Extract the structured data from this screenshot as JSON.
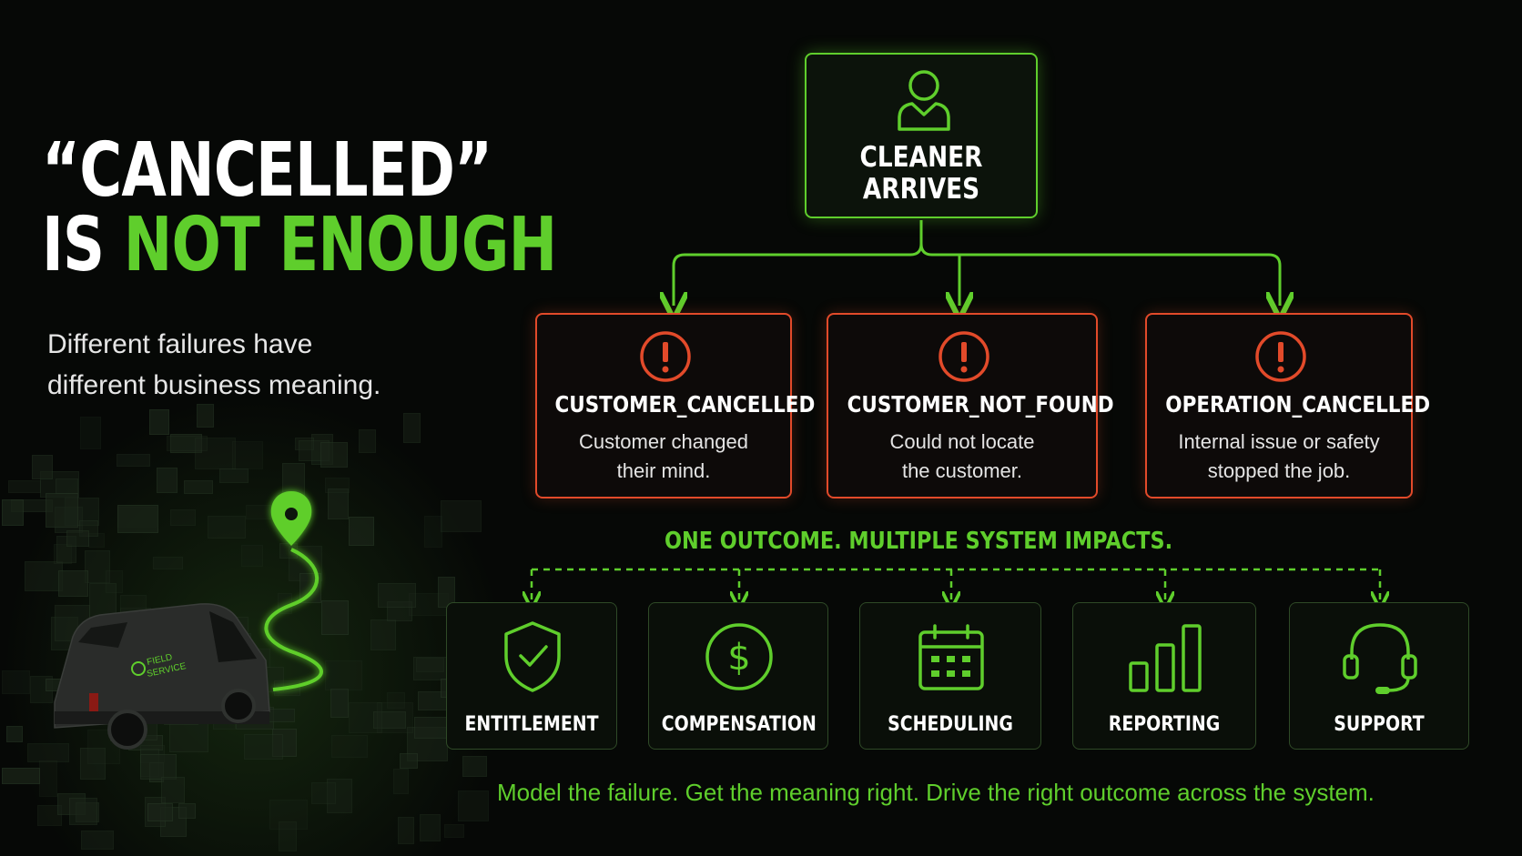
{
  "title": {
    "line1": "“CANCELLED”",
    "line2_prefix": "IS ",
    "line2_highlight": "NOT ENOUGH"
  },
  "subtitle": {
    "line1": "Different failures have",
    "line2": "different business meaning."
  },
  "root": {
    "line1": "CLEANER",
    "line2": "ARRIVES",
    "icon": "person-icon"
  },
  "failures": [
    {
      "code": "CUSTOMER_CANCELLED",
      "desc1": "Customer changed",
      "desc2": "their mind.",
      "icon": "alert-icon"
    },
    {
      "code": "CUSTOMER_NOT_FOUND",
      "desc1": "Could not locate",
      "desc2": "the customer.",
      "icon": "alert-icon"
    },
    {
      "code": "OPERATION_CANCELLED",
      "desc1": "Internal issue or safety",
      "desc2": "stopped the job.",
      "icon": "alert-icon"
    }
  ],
  "outcome_heading": "ONE OUTCOME.  MULTIPLE SYSTEM IMPACTS.",
  "impacts": [
    {
      "label": "ENTITLEMENT",
      "icon": "shield-check-icon"
    },
    {
      "label": "COMPENSATION",
      "icon": "dollar-icon"
    },
    {
      "label": "SCHEDULING",
      "icon": "calendar-icon"
    },
    {
      "label": "REPORTING",
      "icon": "bar-chart-icon"
    },
    {
      "label": "SUPPORT",
      "icon": "headset-icon"
    }
  ],
  "van": {
    "line1": "FIELD",
    "line2": "SERVICE"
  },
  "footer": "Model the failure. Get the meaning right. Drive the right outcome across the system.",
  "colors": {
    "accent": "#5fce2c",
    "alert": "#e24a2a",
    "background": "#060806",
    "text": "#ffffff"
  }
}
